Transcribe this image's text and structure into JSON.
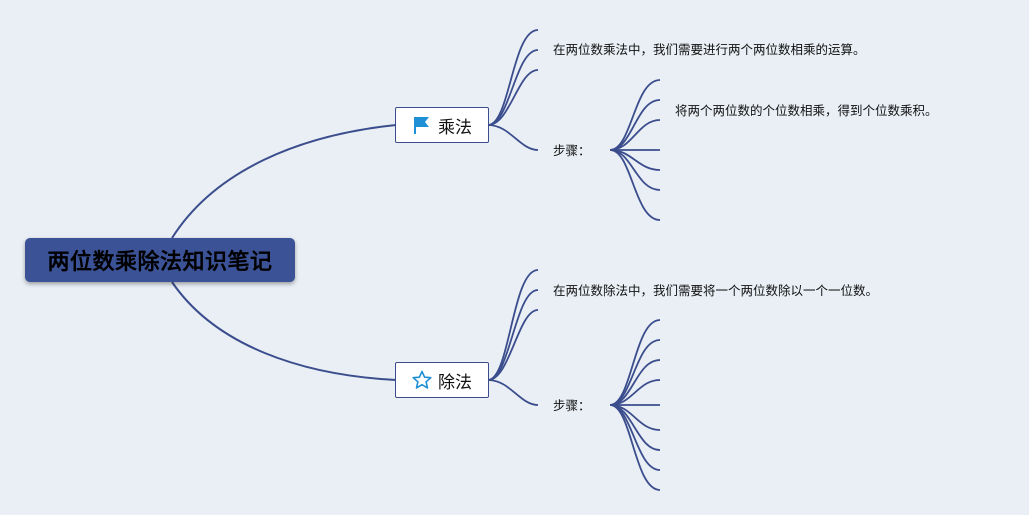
{
  "root": {
    "title": "两位数乘除法知识笔记"
  },
  "branches": [
    {
      "label": "乘法",
      "icon": "flag-icon",
      "definition": "在两位数乘法中，我们需要进行两个两位数相乘的运算。",
      "steps_label": "步骤：",
      "steps": [
        "将两个两位数的个位数相乘，得到个位数乘积。",
        "",
        "",
        "",
        "",
        "",
        ""
      ]
    },
    {
      "label": "除法",
      "icon": "star-icon",
      "definition": "在两位数除法中，我们需要将一个两位数除以一个一位数。",
      "steps_label": "步骤：",
      "steps": [
        "",
        "",
        "",
        "",
        "",
        "",
        "",
        "",
        "",
        ""
      ]
    }
  ],
  "colors": {
    "background": "#e9eff5",
    "root_fill": "#3b5296",
    "line": "#3b4d8c",
    "flag": "#1f8fd6",
    "star": "#1f8fd6"
  }
}
